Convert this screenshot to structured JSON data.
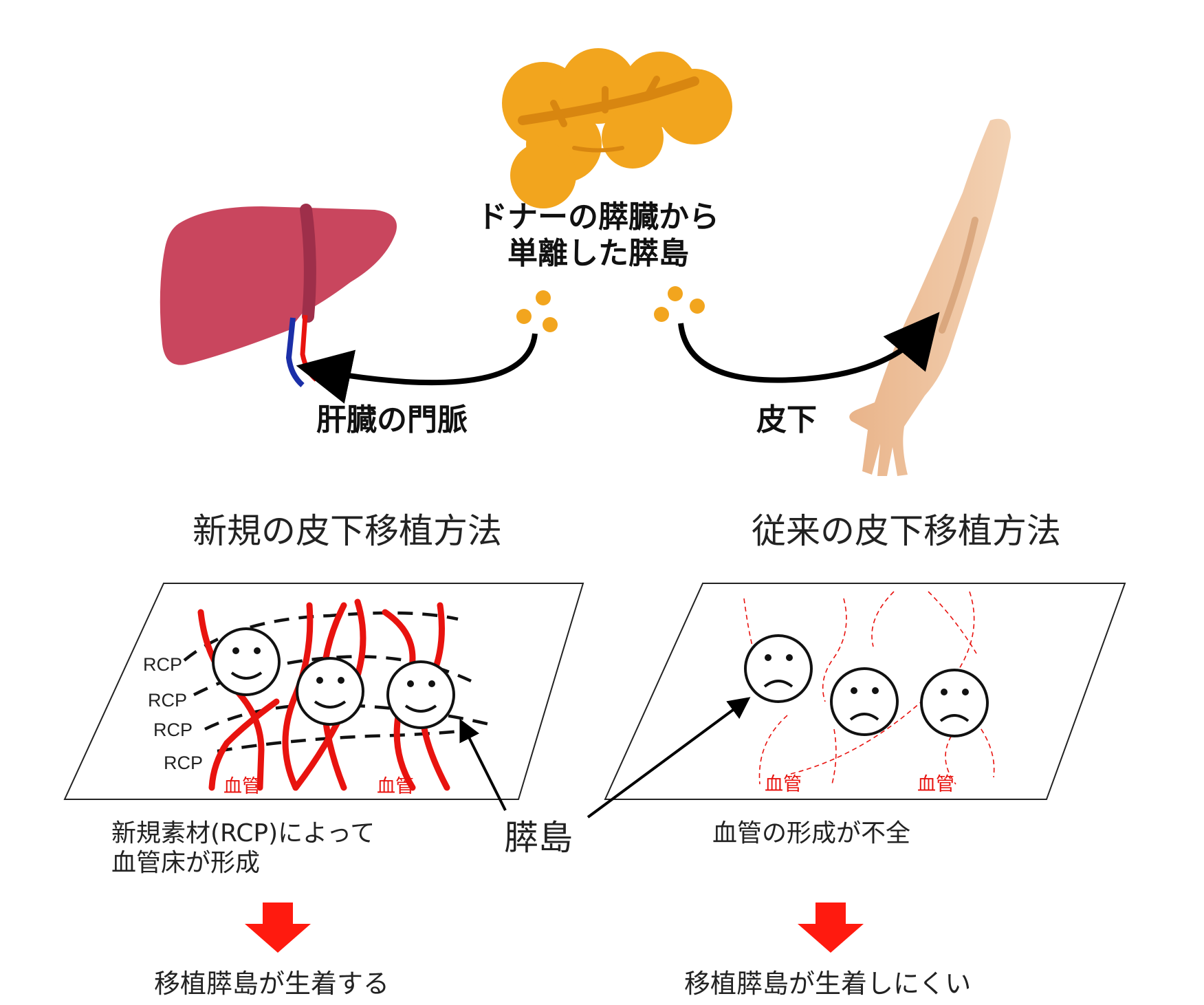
{
  "labels": {
    "donor_line1": "ドナーの膵臓から",
    "donor_line2": "単離した膵島",
    "liver_portal_vein": "肝臓の門脈",
    "subcutaneous": "皮下"
  },
  "methods": {
    "new": {
      "title": "新規の皮下移植方法",
      "rcp_labels": [
        "RCP",
        "RCP",
        "RCP",
        "RCP"
      ],
      "vessel_labels": [
        "血管",
        "血管"
      ],
      "caption_line1": "新規素材(RCP)によって",
      "caption_line2": "血管床が形成",
      "result": "移植膵島が生着する"
    },
    "conventional": {
      "title": "従来の皮下移植方法",
      "vessel_labels": [
        "血管",
        "血管"
      ],
      "caption": "血管の形成が不全",
      "result": "移植膵島が生着しにくい"
    }
  },
  "islet_label": "膵島",
  "colors": {
    "vessel_red": "#e8130f",
    "pancreas_orange": "#f2a51e",
    "liver": "#c9465e",
    "skin": "#e9b48a",
    "vein_blue": "#1b2fa8"
  }
}
